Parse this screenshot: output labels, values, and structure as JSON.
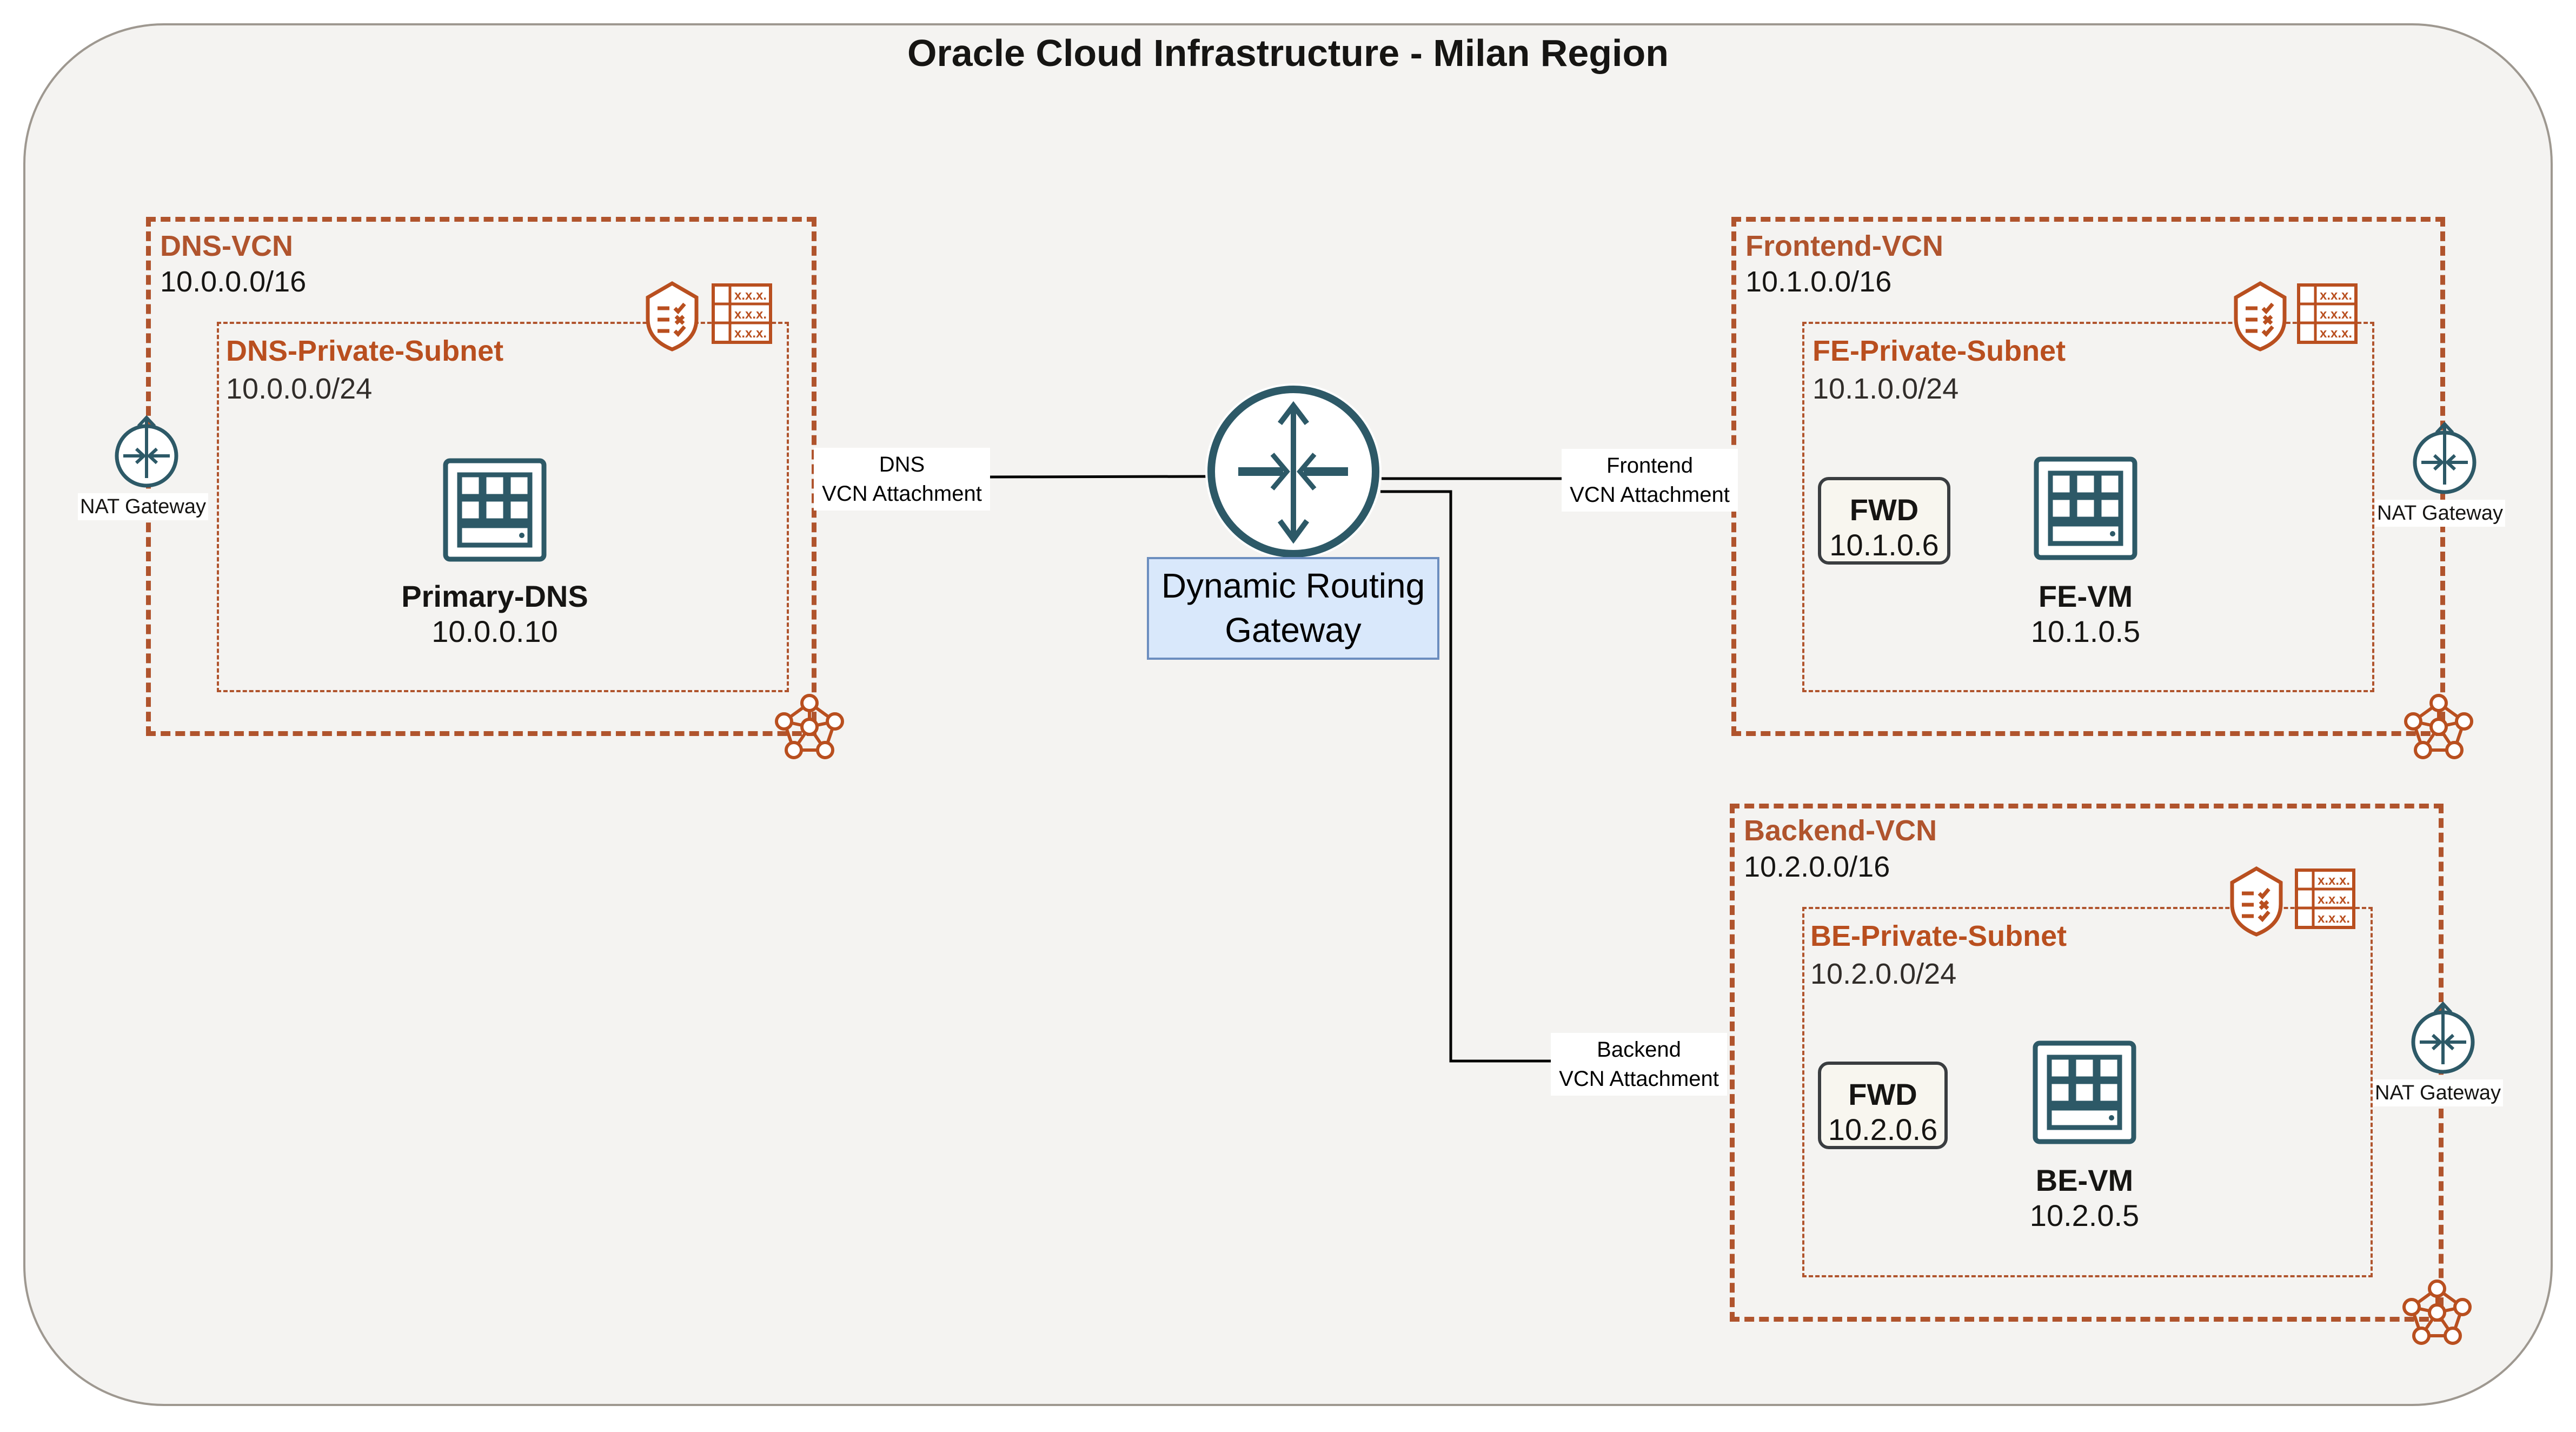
{
  "title": "Oracle Cloud Infrastructure - Milan Region",
  "colors": {
    "vcn_border": "#b0542d",
    "icon_teal": "#2d5967",
    "region_fill": "#f4f3f1",
    "region_border": "#9e9890",
    "drg_label_fill": "#d9e8fb",
    "drg_label_border": "#6c8ebf",
    "fwd_fill": "#f8f6ef"
  },
  "drg": {
    "label_line1": "Dynamic Routing",
    "label_line2": "Gateway",
    "icon": "dynamic-routing-gateway-icon"
  },
  "attachments": [
    {
      "line1": "DNS",
      "line2": "VCN Attachment"
    },
    {
      "line1": "Frontend",
      "line2": "VCN Attachment"
    },
    {
      "line1": "Backend",
      "line2": "VCN Attachment"
    }
  ],
  "vcns": [
    {
      "name": "DNS-VCN",
      "cidr": "10.0.0.0/16",
      "nat_label": "NAT Gateway",
      "subnet": {
        "name": "DNS-Private-Subnet",
        "cidr": "10.0.0.0/24"
      },
      "vm": {
        "name": "Primary-DNS",
        "ip": "10.0.0.10"
      }
    },
    {
      "name": "Frontend-VCN",
      "cidr": "10.1.0.0/16",
      "nat_label": "NAT Gateway",
      "subnet": {
        "name": "FE-Private-Subnet",
        "cidr": "10.1.0.0/24"
      },
      "fwd": {
        "name": "FWD",
        "ip": "10.1.0.6"
      },
      "vm": {
        "name": "FE-VM",
        "ip": "10.1.0.5"
      }
    },
    {
      "name": "Backend-VCN",
      "cidr": "10.2.0.0/16",
      "nat_label": "NAT Gateway",
      "subnet": {
        "name": "BE-Private-Subnet",
        "cidr": "10.2.0.0/24"
      },
      "fwd": {
        "name": "FWD",
        "ip": "10.2.0.6"
      },
      "vm": {
        "name": "BE-VM",
        "ip": "10.2.0.5"
      }
    }
  ],
  "route_table_cell": "x.x.x."
}
